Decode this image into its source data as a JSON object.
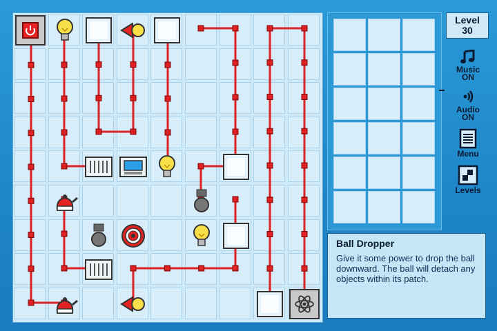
{
  "level": {
    "label": "Level",
    "number": "30"
  },
  "sidebar": {
    "music": {
      "label": "Music",
      "state": "ON"
    },
    "audio": {
      "label": "Audio",
      "state": "ON"
    },
    "menu": {
      "label": "Menu"
    },
    "levels": {
      "label": "Levels"
    }
  },
  "info_panel": {
    "title": "Ball Dropper",
    "description": "Give it some power to drop the ball downward. The ball will detach any objects within its patch."
  },
  "colors": {
    "wire": "#e02020",
    "board": "#d7eefa",
    "background": "#1e86c8"
  },
  "board": {
    "grid": {
      "cols": 9,
      "rows": 9
    },
    "components": [
      {
        "type": "power-button",
        "col": 0,
        "row": 0
      },
      {
        "type": "light-bulb",
        "col": 1,
        "row": 0
      },
      {
        "type": "glass-block",
        "col": 2,
        "row": 0
      },
      {
        "type": "horn",
        "col": 3,
        "row": 0
      },
      {
        "type": "glass-block",
        "col": 4,
        "row": 0
      },
      {
        "type": "machine",
        "col": 2,
        "row": 4
      },
      {
        "type": "fish-tank",
        "col": 3,
        "row": 4
      },
      {
        "type": "light-bulb",
        "col": 4,
        "row": 4
      },
      {
        "type": "glass-block",
        "col": 6,
        "row": 4
      },
      {
        "type": "kettle",
        "col": 1,
        "row": 5
      },
      {
        "type": "ball-dropper",
        "col": 5,
        "row": 5
      },
      {
        "type": "ball-dropper",
        "col": 2,
        "row": 6
      },
      {
        "type": "fan",
        "col": 3,
        "row": 6
      },
      {
        "type": "light-bulb",
        "col": 5,
        "row": 6
      },
      {
        "type": "glass-block",
        "col": 6,
        "row": 6
      },
      {
        "type": "machine",
        "col": 2,
        "row": 7
      },
      {
        "type": "kettle",
        "col": 1,
        "row": 8
      },
      {
        "type": "horn",
        "col": 3,
        "row": 8
      },
      {
        "type": "glass-block",
        "col": 7,
        "row": 8
      },
      {
        "type": "atom",
        "col": 8,
        "row": 8
      }
    ]
  },
  "inventory": {
    "cols": 3,
    "rows": 6
  }
}
